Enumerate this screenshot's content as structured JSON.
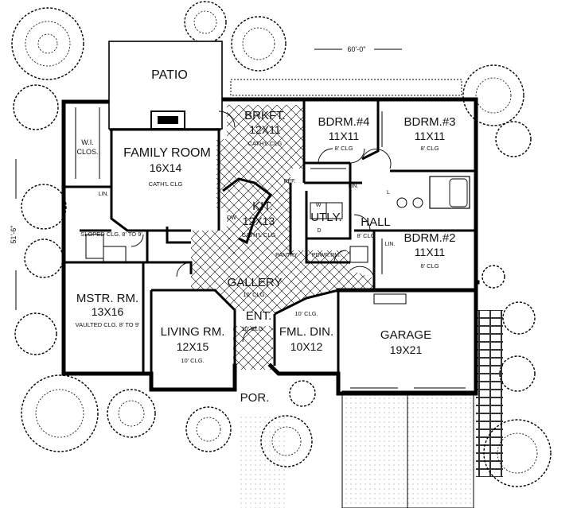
{
  "dimensions": {
    "width": "60'-0\"",
    "depth": "51'-6\""
  },
  "rooms": {
    "patio": {
      "name": "PATIO"
    },
    "brkft": {
      "name": "BRKFT.",
      "size": "12X11",
      "note": "CATH'L CLG"
    },
    "bdrm4": {
      "name": "BDRM.#4",
      "size": "11X11",
      "note": "8' CLG"
    },
    "bdrm3": {
      "name": "BDRM.#3",
      "size": "11X11",
      "note": "8' CLG"
    },
    "wi_clos": {
      "name": "W.I.",
      "name2": "CLOS."
    },
    "family": {
      "name": "FAMILY ROOM",
      "size": "16X14",
      "note": "CATH'L CLG"
    },
    "kit": {
      "name": "KIT.",
      "size": "12X13",
      "note": "CATH'L CLG"
    },
    "utly": {
      "name": "UTLY."
    },
    "hall": {
      "name": "HALL",
      "note": "8' CLG"
    },
    "bdrm2": {
      "name": "BDRM.#2",
      "size": "11X11",
      "note": "8' CLG"
    },
    "sloped": {
      "note": "SLOPED CLG. 8' TO 9'"
    },
    "gallery": {
      "name": "GALLERY",
      "note": "10' CLG."
    },
    "mstr": {
      "name": "MSTR. RM.",
      "size": "13X16",
      "note": "VAULTED CLG. 8' TO 9'"
    },
    "living": {
      "name": "LIVING  RM.",
      "size": "12X15",
      "note": "10' CLG."
    },
    "ent": {
      "name": "ENT.",
      "note": "10' CLG."
    },
    "fml_din": {
      "name": "FML. DIN.",
      "size": "10X12",
      "note": "10' CLG."
    },
    "garage": {
      "name": "GARAGE",
      "size": "19X21"
    },
    "por": {
      "name": "POR."
    }
  },
  "labels": {
    "lin1": "LIN.",
    "lin2": "LIN.",
    "lin3": "LIN.",
    "ref": "REF.",
    "dw": "DW",
    "pantry": "PANTRY",
    "pdwr_rm": "PDWR.RM.",
    "w": "W",
    "d": "D",
    "l": "L"
  }
}
